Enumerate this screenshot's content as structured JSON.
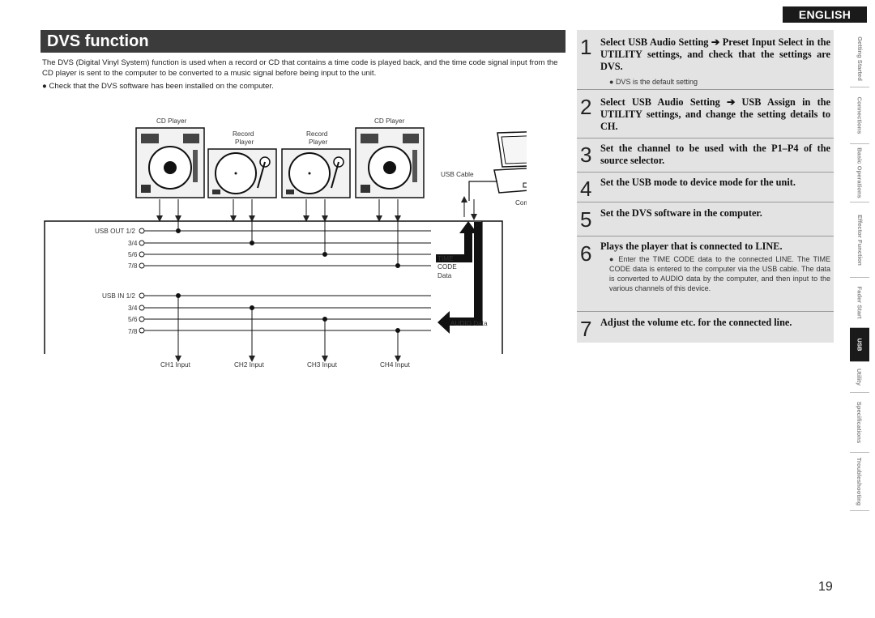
{
  "language_tab": "ENGLISH",
  "title": "DVS function",
  "intro": "The DVS (Digital Vinyl System) function is used when a record or CD that contains a time code is played back, and the time code signal input from the CD player is sent to the computer to be converted to a music signal before being input to the unit.",
  "note": "Check that the DVS software has been installed on the computer.",
  "diagram": {
    "cd_player_left": "CD Player",
    "cd_player_right": "CD Player",
    "record_player_1a": "Record",
    "record_player_1b": "Player",
    "record_player_2a": "Record",
    "record_player_2b": "Player",
    "usb_cable": "USB Cable",
    "computer": "Computer",
    "usb_out": [
      "USB OUT 1/2",
      "3/4",
      "5/6",
      "7/8"
    ],
    "usb_in": [
      "USB IN 1/2",
      "3/4",
      "5/6",
      "7/8"
    ],
    "timecode_1": "TIME",
    "timecode_2": "CODE",
    "timecode_3": "Data",
    "audio_data": "AUDIO Data",
    "inputs": [
      "CH1 Input",
      "CH2 Input",
      "CH3 Input",
      "CH4 Input"
    ]
  },
  "steps": [
    {
      "num": "1",
      "text": "Select USB Audio Setting ➔ Preset Input Select in the UTILITY settings, and check that the settings are DVS.",
      "sub": "DVS is the default setting"
    },
    {
      "num": "2",
      "text": "Select USB Audio Setting ➔ USB Assign in the UTILITY settings, and change the setting details to CH.",
      "sub": ""
    },
    {
      "num": "3",
      "text": "Set the channel to be used with the P1–P4 of the source selector.",
      "sub": ""
    },
    {
      "num": "4",
      "text": "Set the USB mode to device mode for the unit.",
      "sub": ""
    },
    {
      "num": "5",
      "text": "Set the DVS software in the computer.",
      "sub": ""
    },
    {
      "num": "6",
      "text": "Plays the player that is connected to LINE.",
      "sub": "Enter the TIME CODE data to the connected LINE. The TIME CODE data is entered to the computer via the USB cable. The data is converted to AUDIO data by the computer, and then input to the various channels of this device."
    },
    {
      "num": "7",
      "text": "Adjust the volume etc. for the connected line.",
      "sub": ""
    }
  ],
  "sidenav": [
    "Getting Started",
    "Connections",
    "Basic Operations",
    "Effector Function",
    "Fader Start",
    "USB",
    "Utility",
    "Specifications",
    "Troubleshooting"
  ],
  "page_number": "19"
}
